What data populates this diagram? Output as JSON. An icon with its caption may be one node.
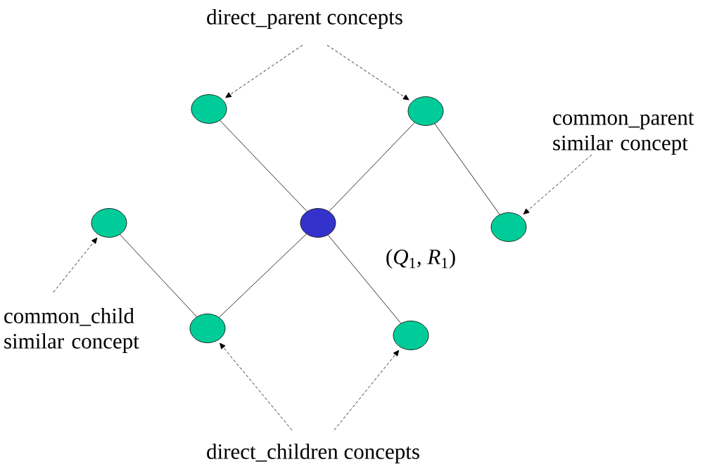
{
  "diagram": {
    "nodes": [
      {
        "text": [
          "direct_parent concepts"
        ]
      },
      {
        "text": [],
        "shape": "circle"
      },
      {
        "text": [],
        "shape": "circle"
      },
      {
        "text": [],
        "shape": "circle"
      },
      {
        "text": [],
        "shape": "circle"
      },
      {
        "text": [],
        "shape": "circle"
      },
      {
        "text": [],
        "shape": "circle"
      },
      {
        "text": [],
        "shape": "circle"
      },
      {
        "text": [
          "common_parent similar concept"
        ]
      },
      {
        "text": [
          "common_child similar concept"
        ]
      },
      {
        "text": [
          "direct_children concepts"
        ]
      }
    ],
    "edges": [
      {
        "from": 1,
        "to": 5,
        "arrow": "none"
      },
      {
        "from": 2,
        "to": 5,
        "arrow": "none"
      },
      {
        "from": 2,
        "to": 3,
        "arrow": "none"
      },
      {
        "from": 4,
        "to": 6,
        "arrow": "none"
      },
      {
        "from": 6,
        "to": 5,
        "arrow": "none"
      },
      {
        "from": 5,
        "to": 7,
        "arrow": "none"
      },
      {
        "from": 0,
        "to": 1,
        "arrow": "to",
        "style": "dashed"
      },
      {
        "from": 0,
        "to": 2,
        "arrow": "to",
        "style": "dashed"
      },
      {
        "from": 8,
        "to": 3,
        "arrow": "to",
        "style": "dashed"
      },
      {
        "from": 9,
        "to": 4,
        "arrow": "to",
        "style": "dashed"
      },
      {
        "from": 10,
        "to": 6,
        "arrow": "to",
        "style": "dashed"
      },
      {
        "from": 10,
        "to": 7,
        "arrow": "to",
        "style": "dashed"
      }
    ],
    "labels": [
      "(*Q*$_{1}$, *R*$_{1}$)"
    ]
  }
}
